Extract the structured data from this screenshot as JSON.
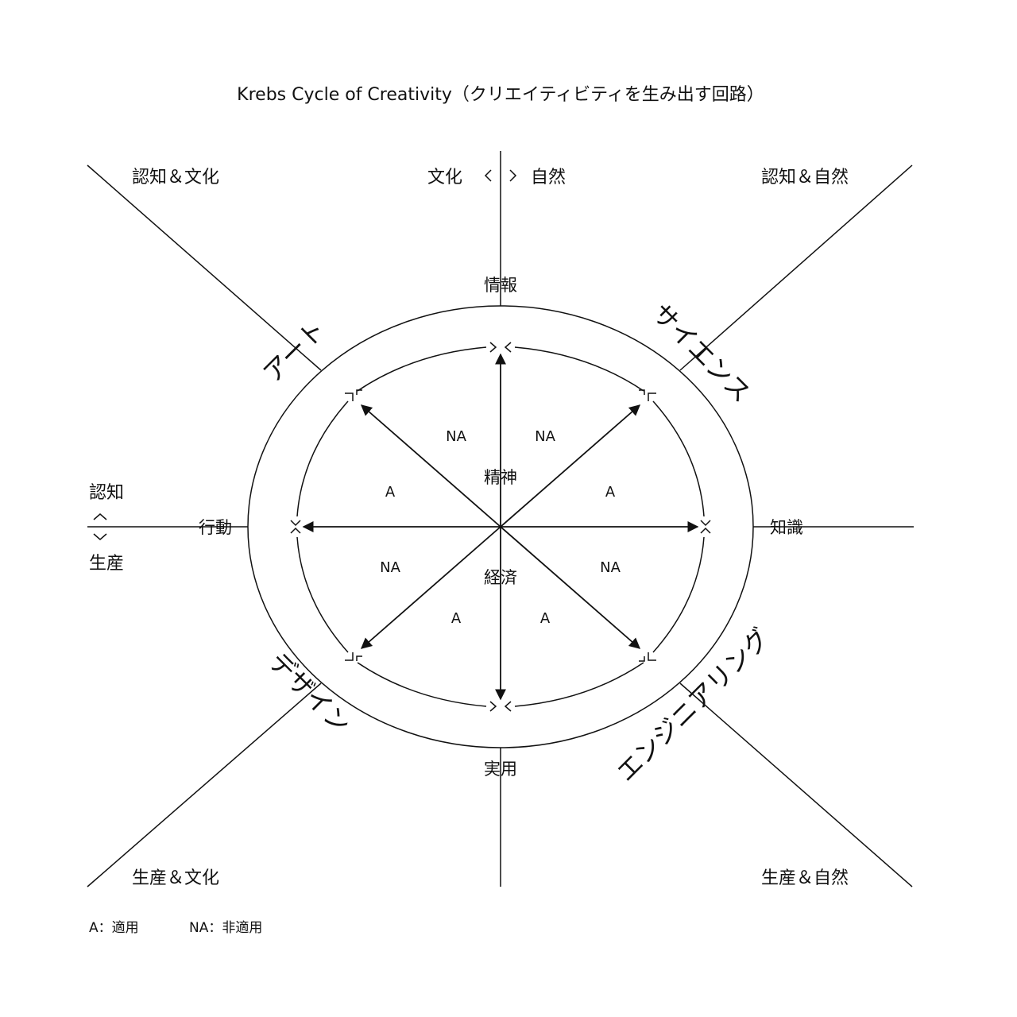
{
  "title": "Krebs Cycle of Creativity（クリエイティビティを生み出す回路）",
  "corners": {
    "top_left": "認知＆文化",
    "top_right": "認知＆自然",
    "bottom_left": "生産＆文化",
    "bottom_right": "生産＆自然"
  },
  "top_axis": {
    "left": "文化",
    "left_chevron": "<",
    "right_chevron": ">",
    "right": "自然"
  },
  "left_axis": {
    "top": "認知",
    "top_chevron": "^",
    "bottom_chevron": "v",
    "bottom": "生産"
  },
  "compass": {
    "top": "情報",
    "bottom": "実用",
    "left": "行動",
    "right": "知識"
  },
  "disciplines": {
    "art": "アート",
    "science": "サイエンス",
    "design": "デザイン",
    "engineering": "エンジニアリング"
  },
  "center": {
    "upper": "精神",
    "lower": "経済"
  },
  "sectors": {
    "top_left": "NA",
    "top_right": "NA",
    "left_upper": "A",
    "right_upper": "A",
    "left_lower": "NA",
    "right_lower": "NA",
    "bottom_left": "A",
    "bottom_right": "A"
  },
  "legend": {
    "a": "A：適用",
    "na": "NA：非適用"
  },
  "colors": {
    "line": "#111111",
    "background": "#ffffff"
  }
}
